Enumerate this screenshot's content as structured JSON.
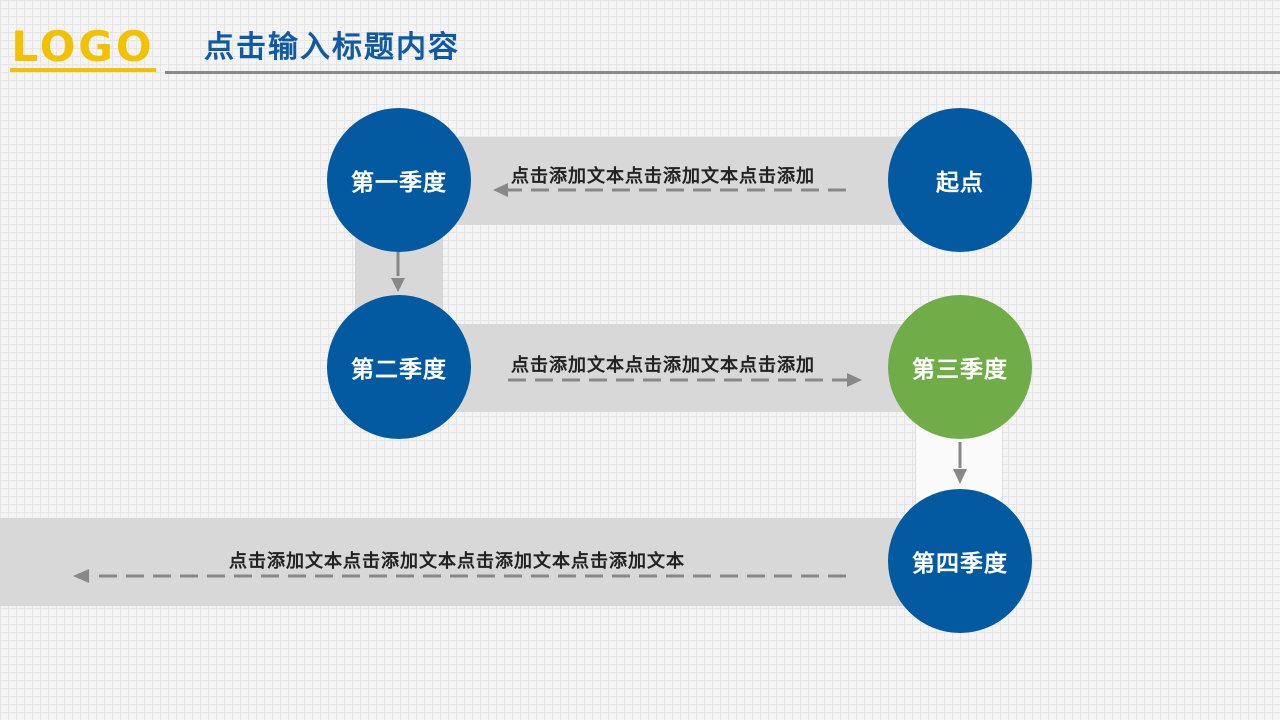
{
  "header": {
    "logo": "LOGO",
    "title": "点击输入标题内容"
  },
  "nodes": {
    "start": "起点",
    "q1": "第一季度",
    "q2": "第二季度",
    "q3": "第三季度",
    "q4": "第四季度"
  },
  "labels": {
    "row1": "点击添加文本点击添加文本点击添加",
    "row2": "点击添加文本点击添加文本点击添加",
    "row3": "点击添加文本点击添加文本点击添加文本点击添加文本"
  },
  "colors": {
    "primary": "#035aa0",
    "accent": "#70ac48",
    "logo": "#f2c200",
    "band": "#d8d8d8",
    "arrow": "#888888"
  }
}
